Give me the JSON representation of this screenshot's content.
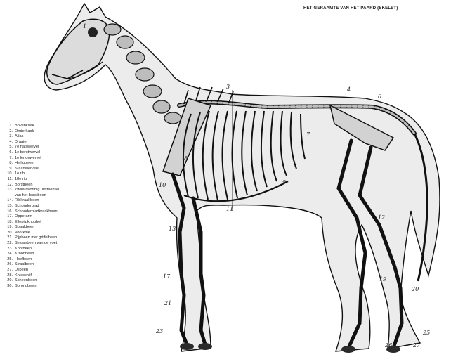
{
  "title": "HET GERAAMTE VAN HET PAARD (SKELET)",
  "legend": [
    {
      "num": "1.",
      "label": "Bovenkaak"
    },
    {
      "num": "2.",
      "label": "Onderkaak"
    },
    {
      "num": "3.",
      "label": "Atlas"
    },
    {
      "num": "4.",
      "label": "Draaier"
    },
    {
      "num": "5.",
      "label": "7e halswervel"
    },
    {
      "num": "6.",
      "label": "1e borstwervel"
    },
    {
      "num": "7.",
      "label": "1e lendewervel"
    },
    {
      "num": "8.",
      "label": "Heiligbeen"
    },
    {
      "num": "9.",
      "label": "Staartwervels"
    },
    {
      "num": "10.",
      "label": "1e rib"
    },
    {
      "num": "11.",
      "label": "18e rib"
    },
    {
      "num": "12.",
      "label": "Borstbeen"
    },
    {
      "num": "13.",
      "label": "Zwaardvormig uitsteeksel"
    },
    {
      "num": "",
      "label": "van het borstbeen"
    },
    {
      "num": "14.",
      "label": "Ribkraakbeen"
    },
    {
      "num": "15.",
      "label": "Schouderblad"
    },
    {
      "num": "16.",
      "label": "Schouderbladkraakbeen"
    },
    {
      "num": "17.",
      "label": "Opperarm"
    },
    {
      "num": "18.",
      "label": "Ellepijpknobbel"
    },
    {
      "num": "19.",
      "label": "Spaakbeen"
    },
    {
      "num": "20.",
      "label": "Voorknie"
    },
    {
      "num": "21.",
      "label": "Pijpbeen met griffelbeen"
    },
    {
      "num": "22.",
      "label": "Sesambeen van de voet"
    },
    {
      "num": "23.",
      "label": "Kootbeen"
    },
    {
      "num": "24.",
      "label": "Kroonbeen"
    },
    {
      "num": "25.",
      "label": "Hoefbeen"
    },
    {
      "num": "26.",
      "label": "Straalbeen"
    },
    {
      "num": "27.",
      "label": "Dijbeen"
    },
    {
      "num": "28.",
      "label": "Knieschijf"
    },
    {
      "num": "29.",
      "label": "Scheenbeen"
    },
    {
      "num": "30.",
      "label": "Sprongbeen"
    }
  ],
  "markers": [
    "1",
    "3",
    "4",
    "6",
    "7",
    "8",
    "9",
    "10",
    "11",
    "12",
    "13",
    "17",
    "19",
    "20",
    "21",
    "23",
    "25",
    "26",
    "27"
  ]
}
